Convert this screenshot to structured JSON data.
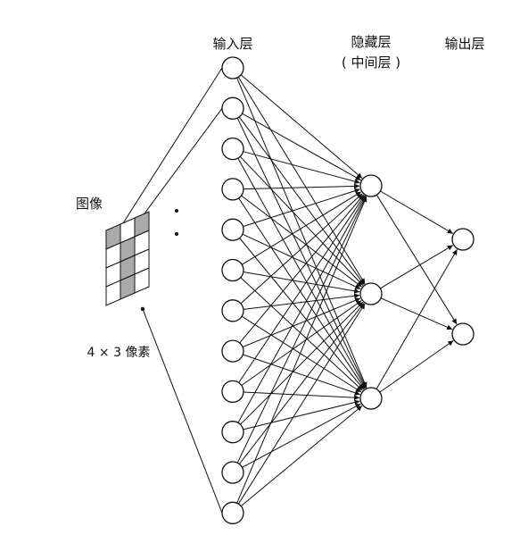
{
  "labels": {
    "input_layer": "输入层",
    "hidden_layer": "隐藏层",
    "hidden_layer_sub": "( 中间层 )",
    "output_layer": "输出层",
    "image": "图像",
    "pixels": "4 × 3 像素"
  },
  "network": {
    "input_nodes": 12,
    "hidden_nodes": 3,
    "output_nodes": 2,
    "fully_connected": true
  },
  "image_grid": {
    "rows": 4,
    "cols": 3,
    "shaded_cells": [
      [
        0,
        0
      ],
      [
        0,
        2
      ],
      [
        1,
        1
      ],
      [
        2,
        1
      ],
      [
        3,
        1
      ]
    ]
  },
  "colors": {
    "line": "#111111",
    "node_fill": "#ffffff",
    "pixel_shade": "#aaaaaa",
    "pixel_empty": "#ffffff"
  }
}
